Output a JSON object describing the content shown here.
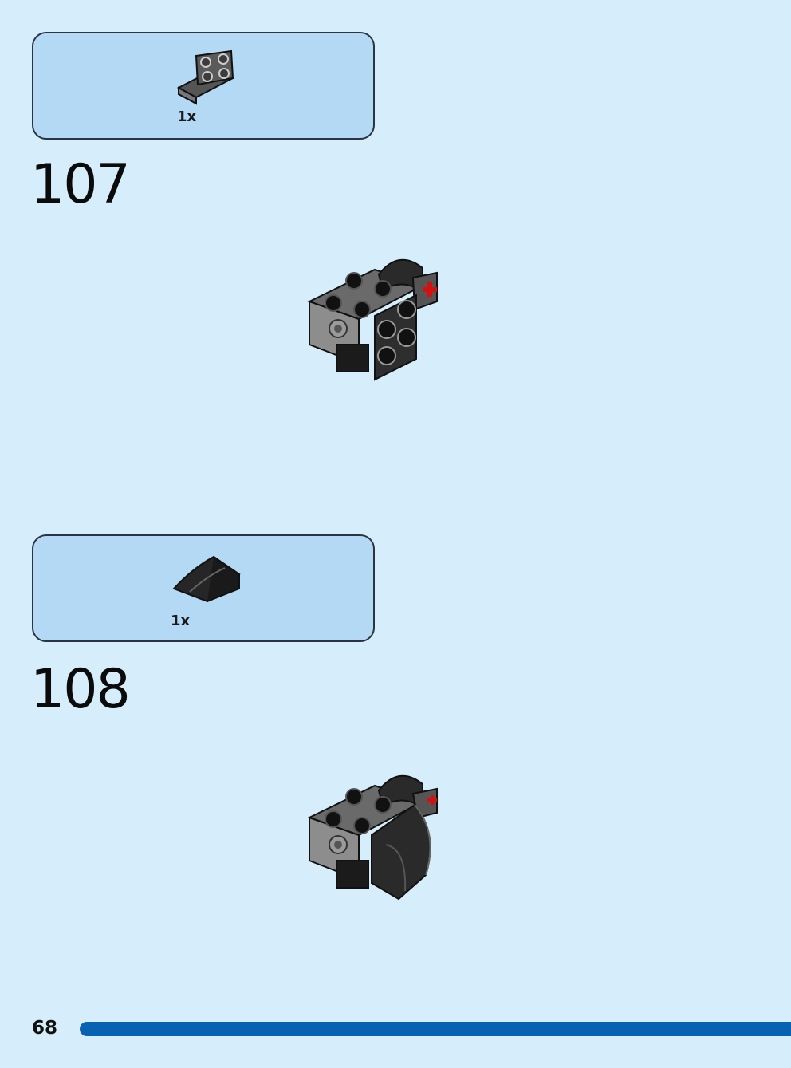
{
  "page": {
    "number": "68",
    "bar_color": "#0862b2",
    "background": "#d6edfb"
  },
  "steps": [
    {
      "number": "107",
      "parts": [
        {
          "name": "bracket-plate",
          "quantity": "1x",
          "color": "#3a3a3a"
        }
      ]
    },
    {
      "number": "108",
      "parts": [
        {
          "name": "curved-slope",
          "quantity": "1x",
          "color": "#222222"
        }
      ]
    }
  ]
}
